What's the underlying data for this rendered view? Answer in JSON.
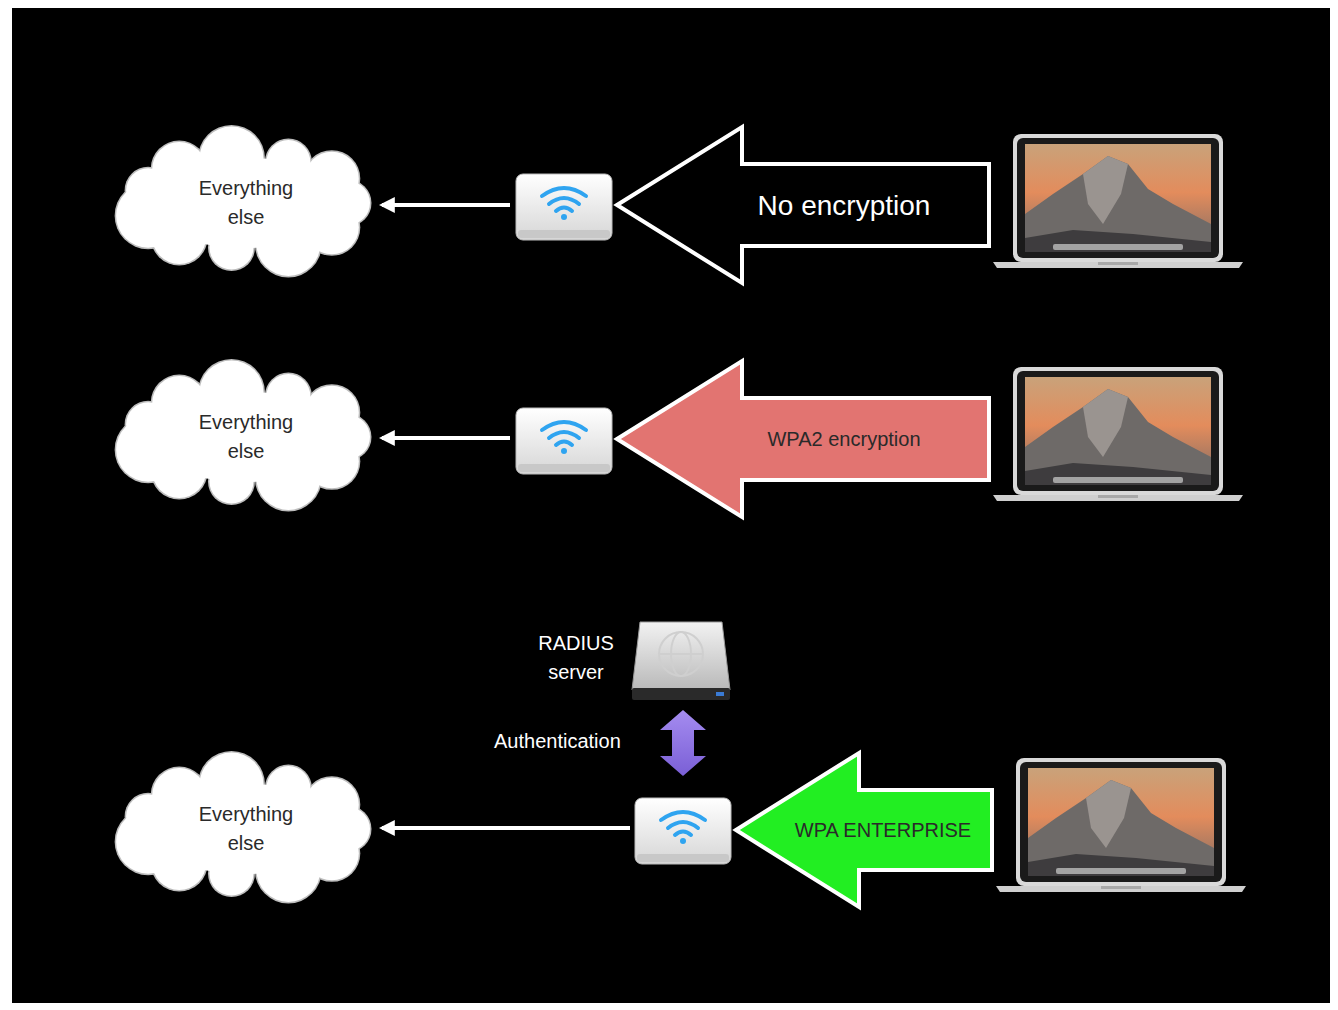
{
  "diagram": {
    "nodes": [
      {
        "text": [
          "Everything else"
        ]
      },
      {
        "text": [
          "No encryption"
        ]
      },
      {
        "text": [
          "Everything else"
        ]
      },
      {
        "text": [
          "WPA2 encryption"
        ]
      },
      {
        "text": [
          "RADIUS server"
        ]
      },
      {
        "text": [
          "Everything else"
        ]
      },
      {
        "text": [
          "WPA ENTERPRISE"
        ]
      }
    ],
    "labels": [
      "Authentication"
    ]
  }
}
